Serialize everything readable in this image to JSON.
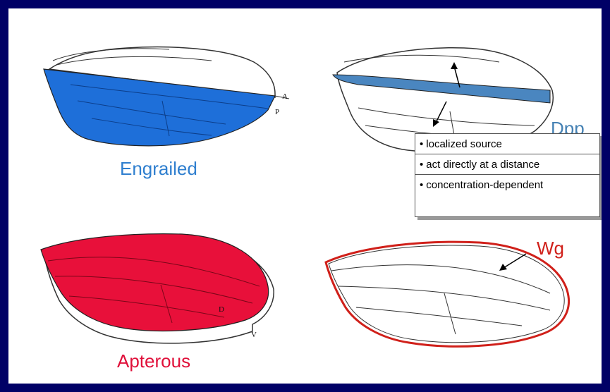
{
  "labels": {
    "engrailed": "Engrailed",
    "apterous": "Apterous",
    "dpp": "Dpp",
    "wg": "Wg"
  },
  "wing_marks": {
    "a": "A",
    "p": "P",
    "d": "D",
    "v": "V"
  },
  "notes": [
    "localized source",
    "act directly at a distance",
    "concentration-dependent"
  ],
  "colors": {
    "border": "#000066",
    "engrailed": "#1e6fd9",
    "dpp": "#4a86c0",
    "apterous": "#e8103a",
    "wg": "#d0201a"
  }
}
